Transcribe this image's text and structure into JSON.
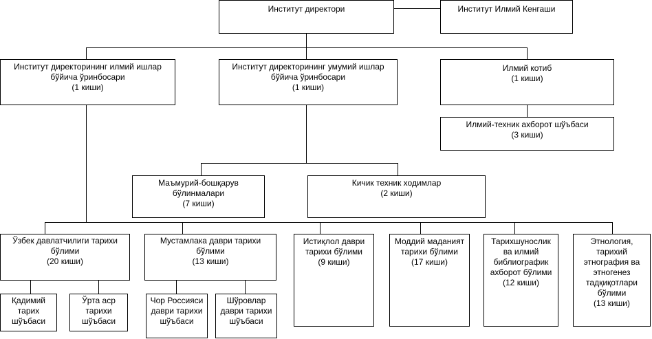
{
  "director": [
    "Институт директори"
  ],
  "council": [
    "Институт Илмий Кенгаши"
  ],
  "deputy_science": [
    "Институт директорининг илмий ишлар",
    "бўйича ўринбосари",
    "(1 киши)"
  ],
  "deputy_general": [
    "Институт директорининг умумий ишлар",
    "бўйича ўринбосари",
    "(1 киши)"
  ],
  "secretary": [
    "Илмий котиб",
    "(1 киши)"
  ],
  "info_section": [
    "Илмий-техник ахборот шўъбаси",
    "(3 киши)"
  ],
  "admin": [
    "Маъмурий-бошқарув",
    "бўлинмалари",
    "(7 киши)"
  ],
  "tech_staff": [
    "Кичик техник ходимлар",
    "(2 киши)"
  ],
  "dept_uzbek": [
    "Ўзбек давлатчилиги тарихи",
    "бўлими",
    "(20 киши)"
  ],
  "dept_colonial": [
    "Мустамлака даври тарихи",
    "бўлими",
    "(13 киши)"
  ],
  "dept_independence": [
    "Истиқлол даври",
    "тарихи бўлими",
    "(9 киши)"
  ],
  "dept_material": [
    "Моддий маданият",
    "тарихи бўлими",
    "(17 киши)"
  ],
  "dept_historiography": [
    "Тарихшунослик",
    "ва илмий",
    "библиографик",
    "ахборот бўлими",
    "(12 киши)"
  ],
  "dept_ethnology": [
    "Этнология,",
    "тарихий",
    "этнография ва",
    "этногенез",
    "тадқиқотлари",
    "бўлими",
    "(13 киши)"
  ],
  "sec_ancient": [
    "Қадимий",
    "тарих",
    "шўъбаси"
  ],
  "sec_medieval": [
    "Ўрта аср",
    "тарихи",
    "шўъбаси"
  ],
  "sec_tsarist": [
    "Чор Россияси",
    "даври тарихи",
    "шўъбаси"
  ],
  "sec_soviet": [
    "Шўровлар",
    "даври тарихи",
    "шўъбаси"
  ]
}
